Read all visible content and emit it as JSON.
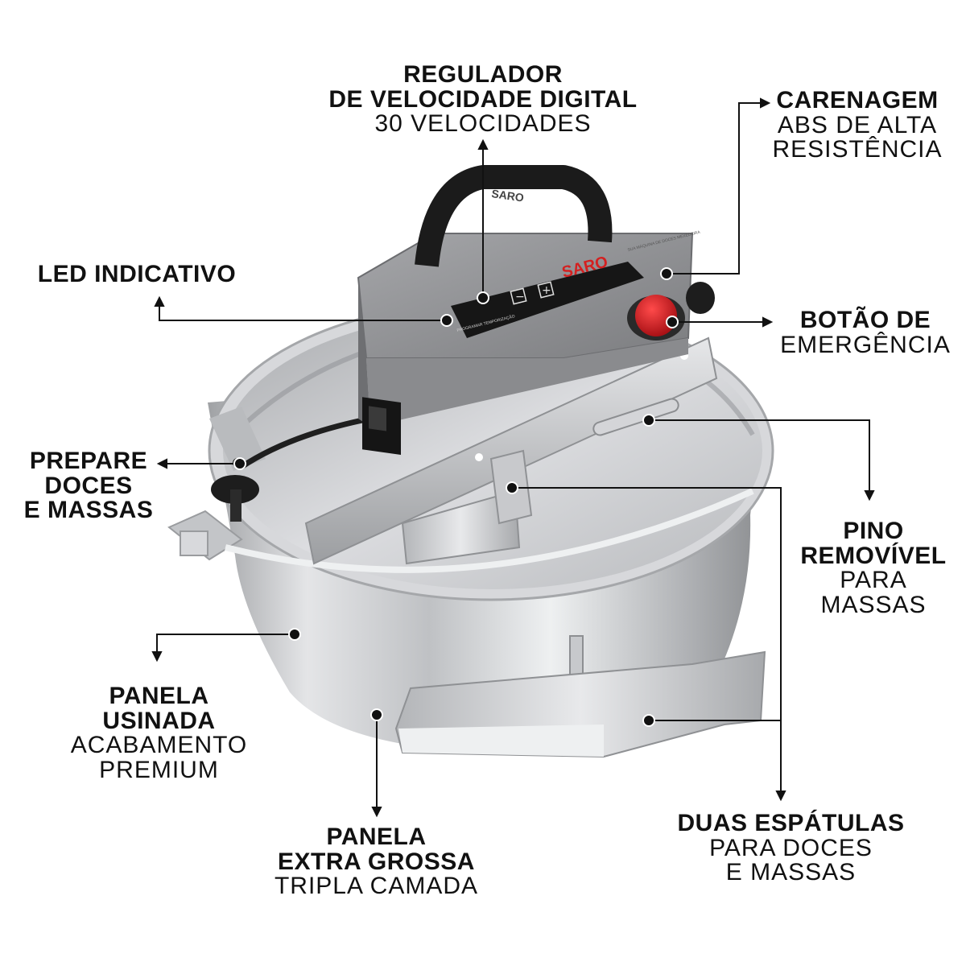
{
  "brand": {
    "logo_text": "SARO",
    "handle_emboss": "SARO",
    "panel_small_left": "PROGRAMAR TEMPORIZAÇÃO",
    "panel_small_right": "SUA MÁQUINA DE DOCES MEXEDEIRA"
  },
  "colors": {
    "brand_red": "#d42020",
    "emergency_red": "#c8141c",
    "body_grey": "#8e8e91",
    "steel": "#c9cacc",
    "text": "#111111"
  },
  "callouts": {
    "regulador": {
      "title_1": "REGULADOR",
      "title_2": "DE VELOCIDADE DIGITAL",
      "sub": "30 VELOCIDADES"
    },
    "carenagem": {
      "title": "CARENAGEM",
      "sub_1": "ABS DE ALTA",
      "sub_2": "RESISTÊNCIA"
    },
    "led": {
      "title": "LED INDICATIVO"
    },
    "botao": {
      "title": "BOTÃO DE",
      "sub": "EMERGÊNCIA"
    },
    "prepare": {
      "line_1": "PREPARE",
      "line_2": "DOCES",
      "line_3": "E MASSAS"
    },
    "pino": {
      "title_1": "PINO",
      "title_2": "REMOVÍVEL",
      "sub_1": "PARA",
      "sub_2": "MASSAS"
    },
    "panela_usinada": {
      "title_1": "PANELA",
      "title_2": "USINADA",
      "sub_1": "ACABAMENTO",
      "sub_2": "PREMIUM"
    },
    "panela_extra": {
      "title_1": "PANELA",
      "title_2": "EXTRA GROSSA",
      "sub": "TRIPLA CAMADA"
    },
    "espatulas": {
      "title": "DUAS ESPÁTULAS",
      "sub_1": "PARA DOCES",
      "sub_2": "E MASSAS"
    }
  },
  "icons": {
    "minus": "−",
    "plus": "+"
  }
}
